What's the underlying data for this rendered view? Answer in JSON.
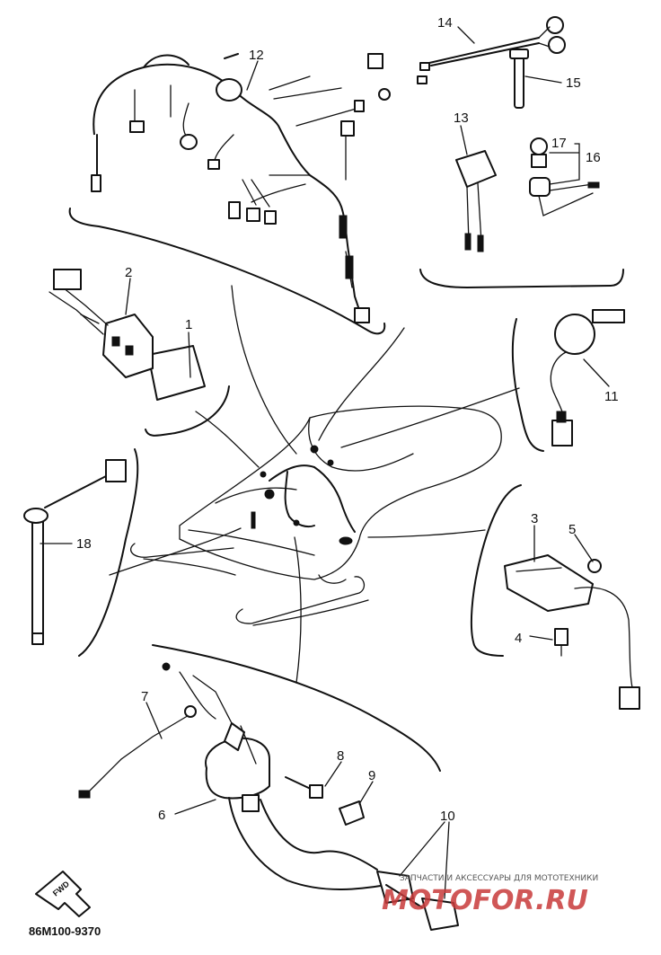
{
  "diagram_code": "86M100-9370",
  "forward_mark": "FWD",
  "callouts": [
    "1",
    "2",
    "3",
    "4",
    "5",
    "6",
    "7",
    "8",
    "9",
    "10",
    "11",
    "12",
    "13",
    "14",
    "15",
    "16",
    "17",
    "18"
  ],
  "watermark": {
    "line1": "ЗАПЧАСТИ И АКСЕССУАРЫ ДЛЯ МОТОТЕХНИКИ",
    "line2": "MOTOFOR.RU"
  }
}
